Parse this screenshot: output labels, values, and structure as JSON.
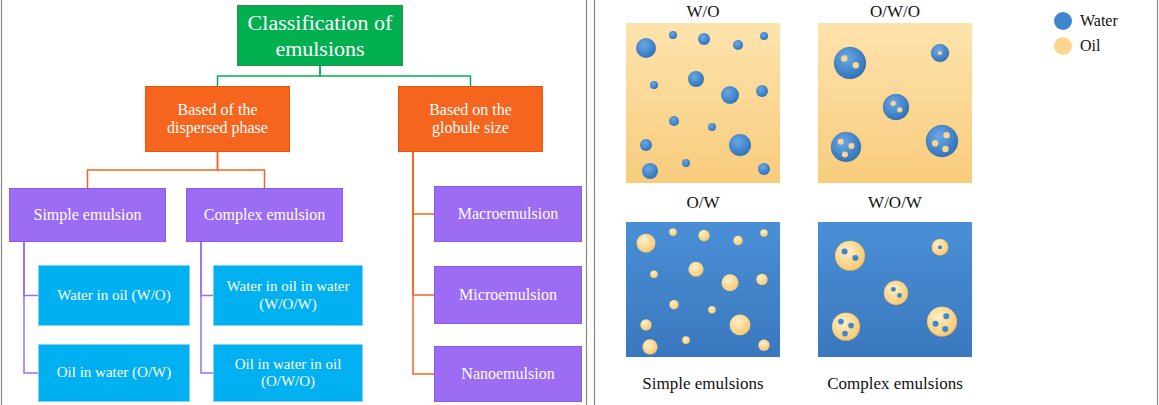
{
  "diagram": {
    "nodes": [
      {
        "text": [
          "Classification of emulsions"
        ]
      },
      {
        "text": [
          "Based of the dispersed phase"
        ]
      },
      {
        "text": [
          "Based on the globule size"
        ]
      },
      {
        "text": [
          "Simple emulsion"
        ]
      },
      {
        "text": [
          "Complex emulsion"
        ]
      },
      {
        "text": [
          "Water in oil (W/O)"
        ]
      },
      {
        "text": [
          "Oil in water (O/W)"
        ]
      },
      {
        "text": [
          "Water in oil in water (W/O/W)"
        ]
      },
      {
        "text": [
          "Oil in water in oil (O/W/O)"
        ]
      },
      {
        "text": [
          "Macroemulsion"
        ]
      },
      {
        "text": [
          "Microemulsion"
        ]
      },
      {
        "text": [
          "Nanoemulsion"
        ]
      }
    ],
    "edges": [
      {
        "from": 0,
        "to": 1,
        "arrow": "none"
      },
      {
        "from": 0,
        "to": 2,
        "arrow": "none"
      },
      {
        "from": 1,
        "to": 3,
        "arrow": "none"
      },
      {
        "from": 1,
        "to": 4,
        "arrow": "none"
      },
      {
        "from": 2,
        "to": 9,
        "arrow": "none"
      },
      {
        "from": 2,
        "to": 10,
        "arrow": "none"
      },
      {
        "from": 2,
        "to": 11,
        "arrow": "none"
      },
      {
        "from": 3,
        "to": 5,
        "arrow": "none"
      },
      {
        "from": 3,
        "to": 6,
        "arrow": "none"
      },
      {
        "from": 4,
        "to": 7,
        "arrow": "none"
      },
      {
        "from": 4,
        "to": 8,
        "arrow": "none"
      }
    ],
    "labels": [
      "W/O",
      "O/W/O",
      "O/W",
      "W/O/W",
      "Simple emulsions",
      "Complex emulsions"
    ],
    "legend": [
      {
        "text": "Water",
        "color": "#3f86cf"
      },
      {
        "text": "Oil",
        "color": "#fcd68e"
      }
    ]
  }
}
